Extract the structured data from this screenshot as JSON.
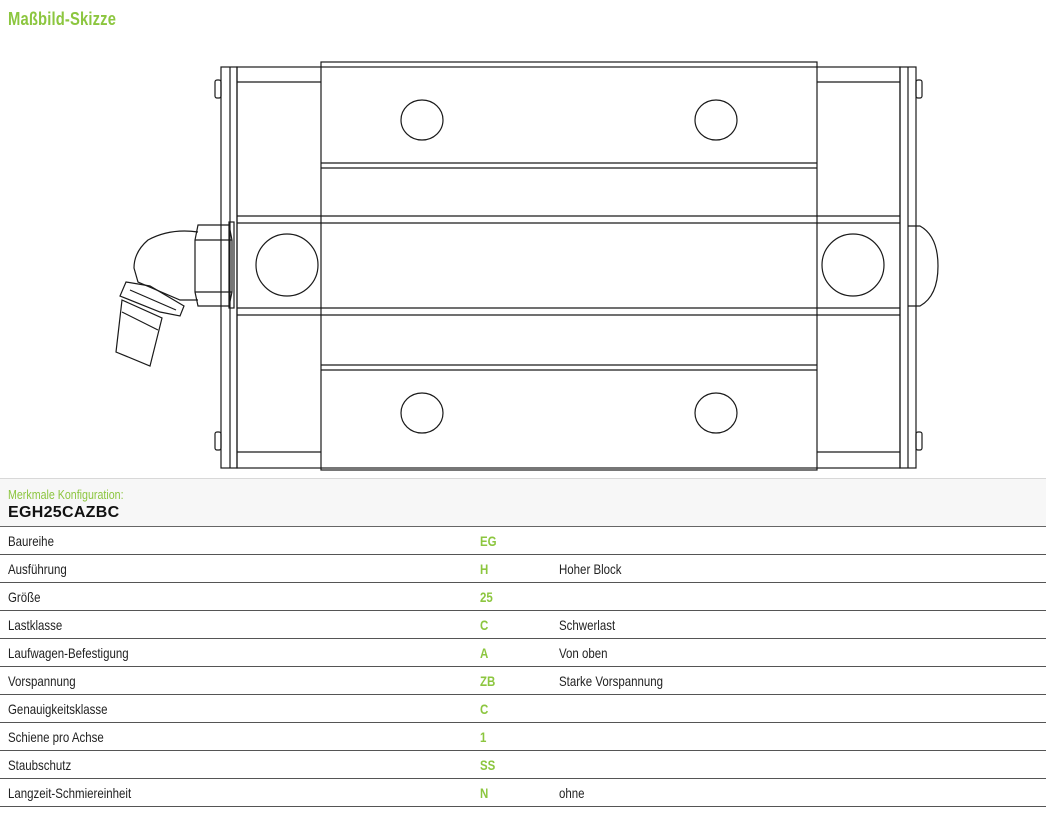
{
  "page": {
    "title": "Maßbild-Skizze"
  },
  "config": {
    "label": "Merkmale Konfiguration:",
    "code": "EGH25CAZBC"
  },
  "rows": [
    {
      "name": "Baureihe",
      "code": "EG",
      "desc": ""
    },
    {
      "name": "Ausführung",
      "code": "H",
      "desc": "Hoher Block"
    },
    {
      "name": "Größe",
      "code": "25",
      "desc": ""
    },
    {
      "name": "Lastklasse",
      "code": "C",
      "desc": "Schwerlast"
    },
    {
      "name": "Laufwagen-Befestigung",
      "code": "A",
      "desc": "Von oben"
    },
    {
      "name": "Vorspannung",
      "code": "ZB",
      "desc": "Starke Vorspannung"
    },
    {
      "name": "Genauigkeitsklasse",
      "code": "C",
      "desc": ""
    },
    {
      "name": "Schiene pro Achse",
      "code": "1",
      "desc": ""
    },
    {
      "name": "Staubschutz",
      "code": "SS",
      "desc": ""
    },
    {
      "name": "Langzeit-Schmiereinheit",
      "code": "N",
      "desc": "ohne"
    }
  ],
  "colors": {
    "accent": "#8cc63f",
    "text": "#222222",
    "line": "#555555"
  }
}
